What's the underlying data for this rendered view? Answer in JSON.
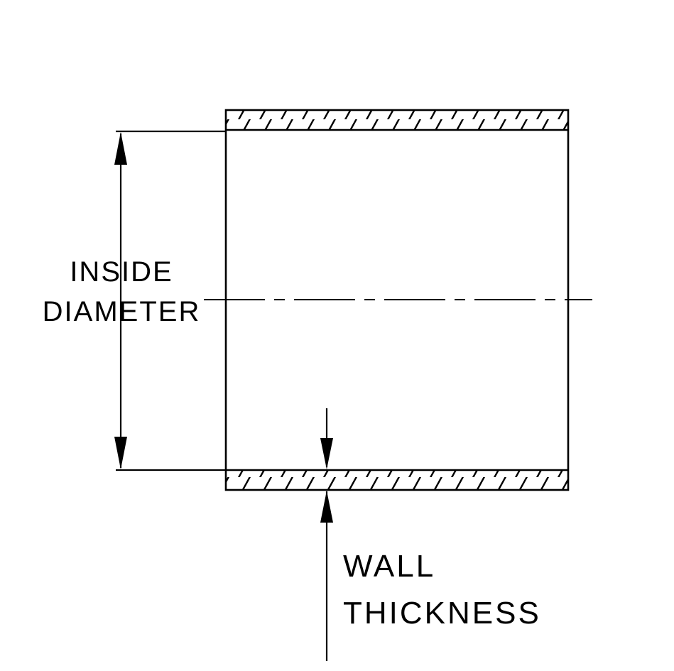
{
  "diagram": {
    "type": "technical-drawing",
    "subject": "tube-cross-section",
    "labels": {
      "inside_diameter": {
        "line1": "INSIDE",
        "line2": "DIAMETER"
      },
      "wall_thickness": {
        "line1": "WALL",
        "line2": "THICKNESS"
      }
    },
    "colors": {
      "line": "#000000",
      "background": "#ffffff"
    }
  }
}
